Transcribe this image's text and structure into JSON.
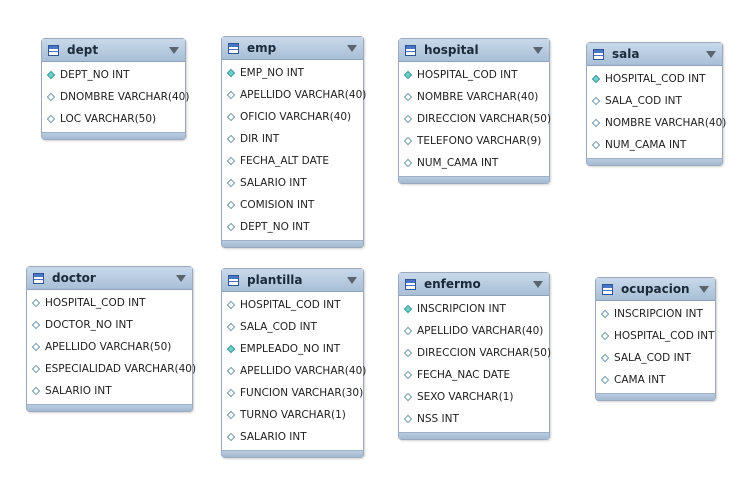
{
  "tables": [
    {
      "name": "dept",
      "columns": [
        {
          "text": "DEPT_NO INT",
          "pk": true
        },
        {
          "text": "DNOMBRE VARCHAR(40)",
          "pk": false
        },
        {
          "text": "LOC VARCHAR(50)",
          "pk": false
        }
      ]
    },
    {
      "name": "emp",
      "columns": [
        {
          "text": "EMP_NO INT",
          "pk": true
        },
        {
          "text": "APELLIDO VARCHAR(40)",
          "pk": false
        },
        {
          "text": "OFICIO VARCHAR(40)",
          "pk": false
        },
        {
          "text": "DIR INT",
          "pk": false
        },
        {
          "text": "FECHA_ALT DATE",
          "pk": false
        },
        {
          "text": "SALARIO INT",
          "pk": false
        },
        {
          "text": "COMISION INT",
          "pk": false
        },
        {
          "text": "DEPT_NO INT",
          "pk": false
        }
      ]
    },
    {
      "name": "hospital",
      "columns": [
        {
          "text": "HOSPITAL_COD INT",
          "pk": true
        },
        {
          "text": "NOMBRE VARCHAR(40)",
          "pk": false
        },
        {
          "text": "DIRECCION VARCHAR(50)",
          "pk": false
        },
        {
          "text": "TELEFONO VARCHAR(9)",
          "pk": false
        },
        {
          "text": "NUM_CAMA INT",
          "pk": false
        }
      ]
    },
    {
      "name": "sala",
      "columns": [
        {
          "text": "HOSPITAL_COD INT",
          "pk": true
        },
        {
          "text": "SALA_COD INT",
          "pk": false
        },
        {
          "text": "NOMBRE VARCHAR(40)",
          "pk": false
        },
        {
          "text": "NUM_CAMA INT",
          "pk": false
        }
      ]
    },
    {
      "name": "doctor",
      "columns": [
        {
          "text": "HOSPITAL_COD INT",
          "pk": false
        },
        {
          "text": "DOCTOR_NO INT",
          "pk": false
        },
        {
          "text": "APELLIDO VARCHAR(50)",
          "pk": false
        },
        {
          "text": "ESPECIALIDAD VARCHAR(40)",
          "pk": false
        },
        {
          "text": "SALARIO INT",
          "pk": false
        }
      ]
    },
    {
      "name": "plantilla",
      "columns": [
        {
          "text": "HOSPITAL_COD INT",
          "pk": false
        },
        {
          "text": "SALA_COD INT",
          "pk": false
        },
        {
          "text": "EMPLEADO_NO INT",
          "pk": true
        },
        {
          "text": "APELLIDO VARCHAR(40)",
          "pk": false
        },
        {
          "text": "FUNCION VARCHAR(30)",
          "pk": false
        },
        {
          "text": "TURNO VARCHAR(1)",
          "pk": false
        },
        {
          "text": "SALARIO INT",
          "pk": false
        }
      ]
    },
    {
      "name": "enfermo",
      "columns": [
        {
          "text": "INSCRIPCION INT",
          "pk": true
        },
        {
          "text": "APELLIDO VARCHAR(40)",
          "pk": false
        },
        {
          "text": "DIRECCION VARCHAR(50)",
          "pk": false
        },
        {
          "text": "FECHA_NAC DATE",
          "pk": false
        },
        {
          "text": "SEXO VARCHAR(1)",
          "pk": false
        },
        {
          "text": "NSS INT",
          "pk": false
        }
      ]
    },
    {
      "name": "ocupacion",
      "columns": [
        {
          "text": "INSCRIPCION INT",
          "pk": false
        },
        {
          "text": "HOSPITAL_COD INT",
          "pk": false
        },
        {
          "text": "SALA_COD INT",
          "pk": false
        },
        {
          "text": "CAMA INT",
          "pk": false
        }
      ]
    }
  ]
}
